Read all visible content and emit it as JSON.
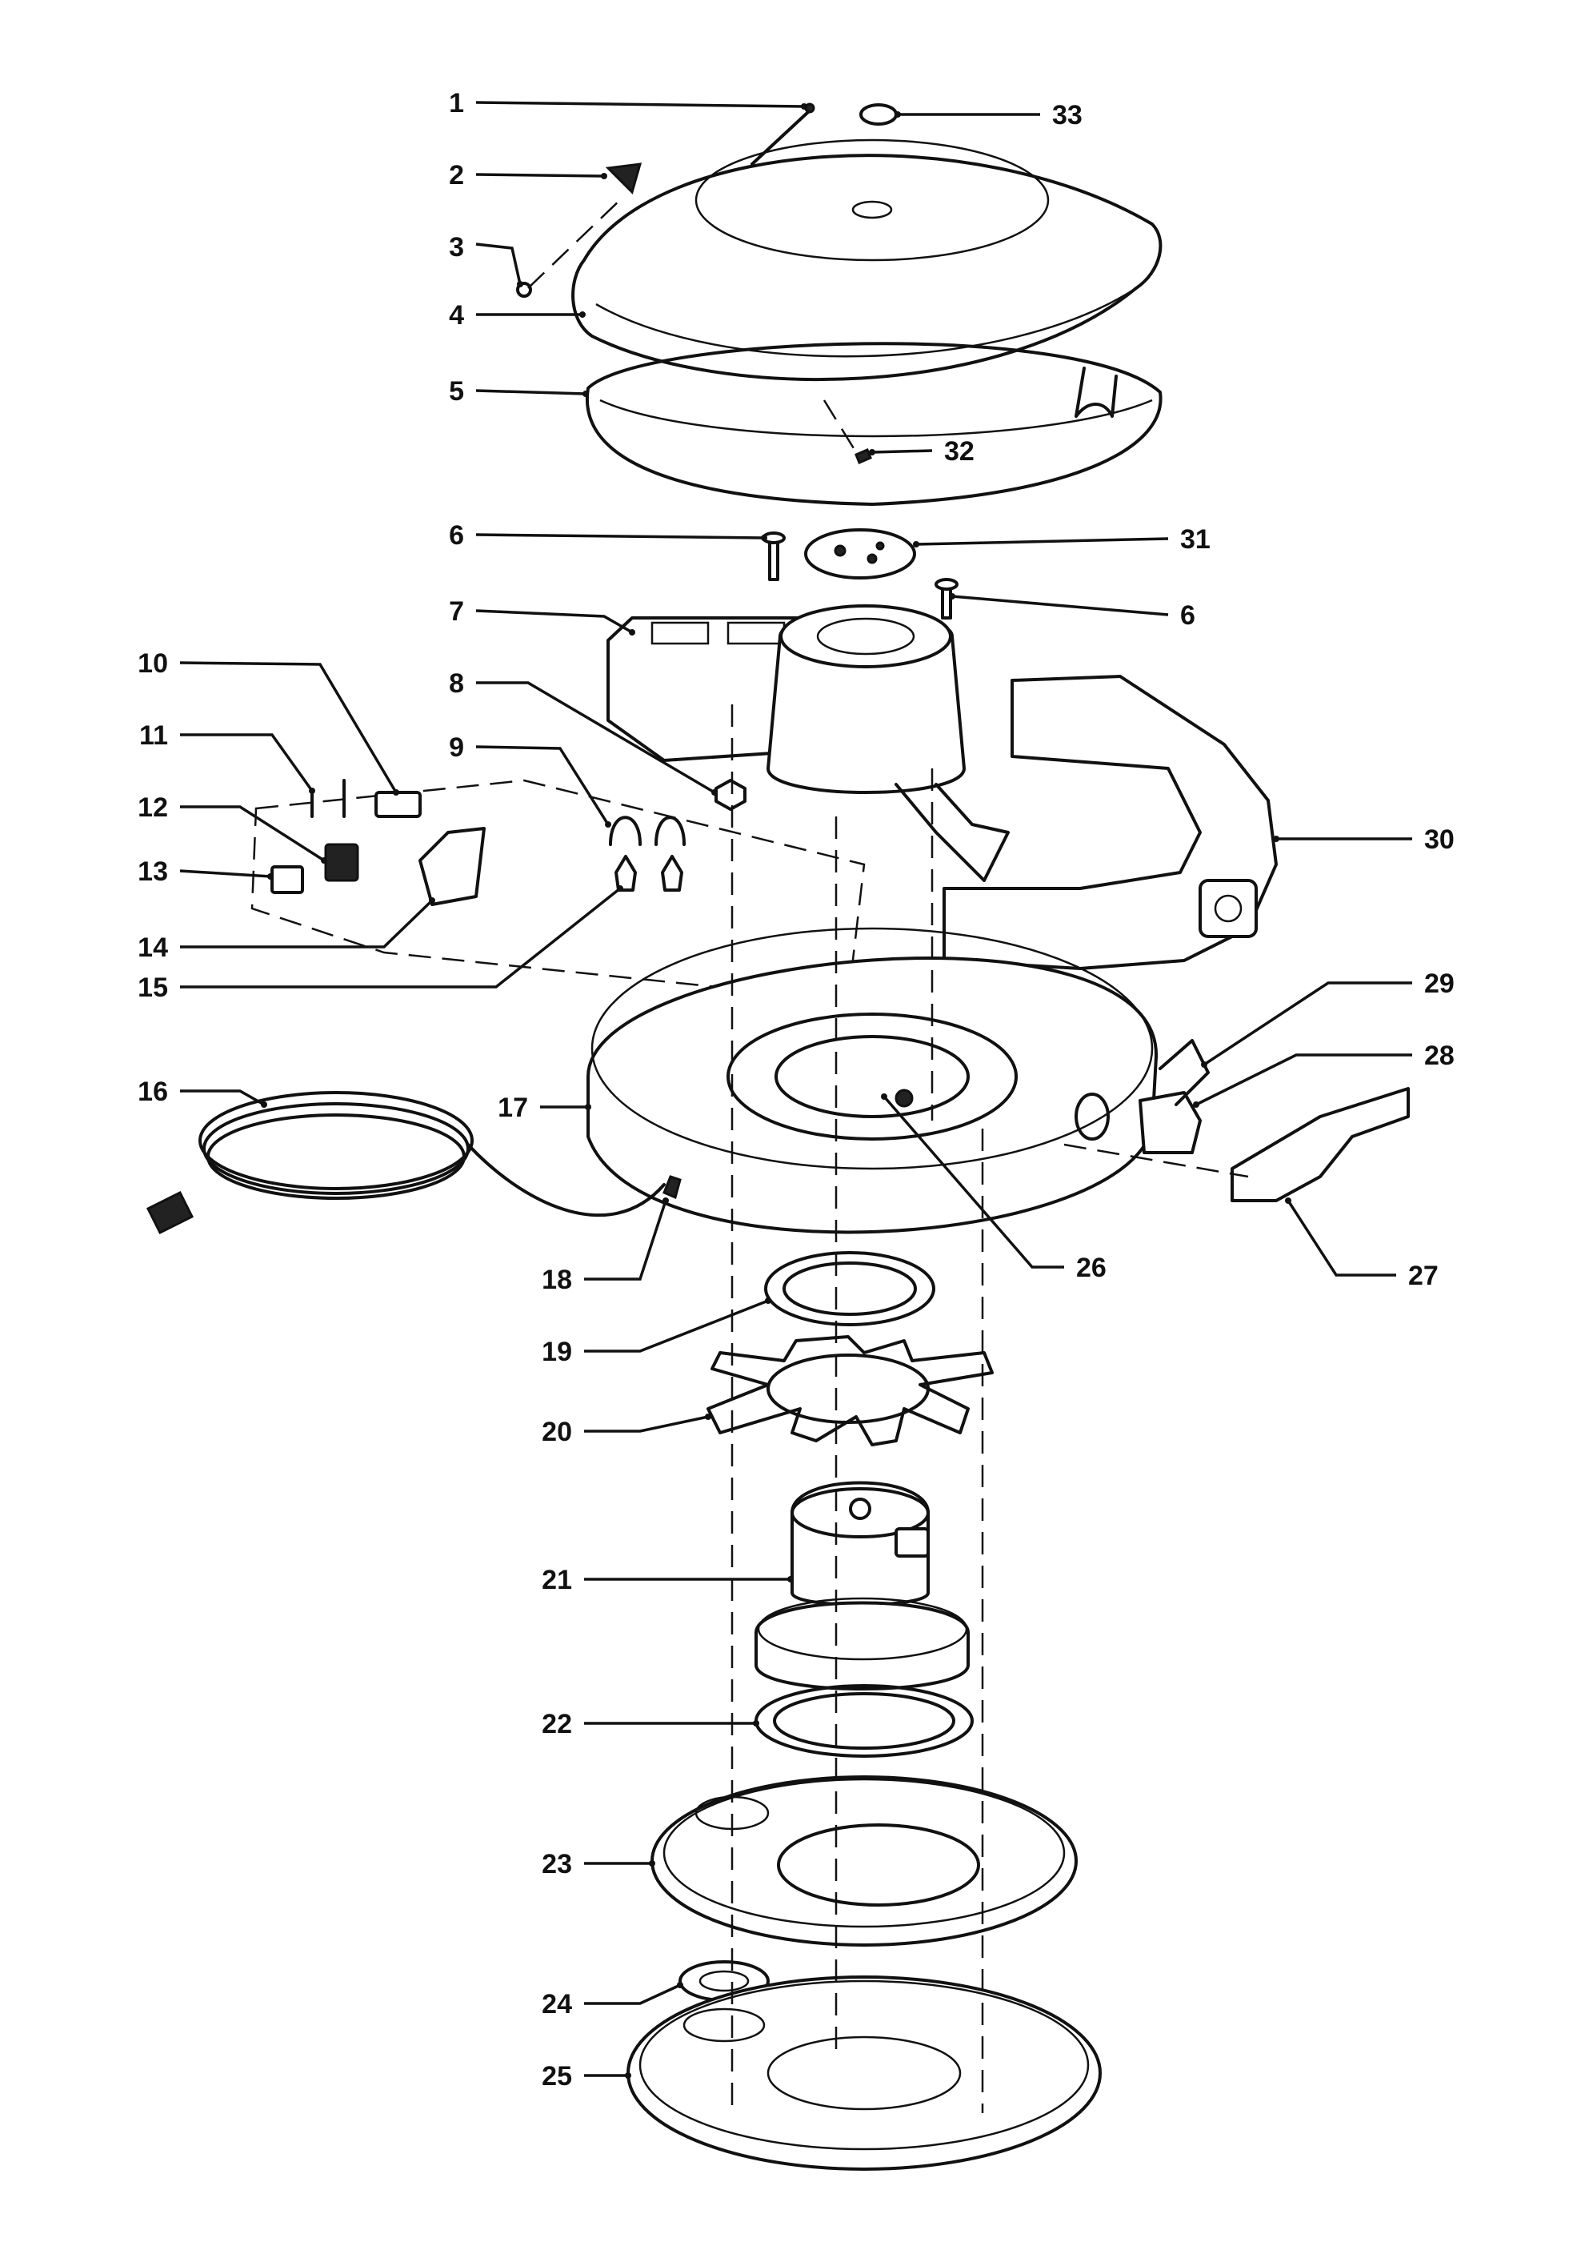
{
  "diagram": {
    "callouts": [
      {
        "n": "1"
      },
      {
        "n": "2"
      },
      {
        "n": "3"
      },
      {
        "n": "4"
      },
      {
        "n": "5"
      },
      {
        "n": "6"
      },
      {
        "n": "7"
      },
      {
        "n": "8"
      },
      {
        "n": "9"
      },
      {
        "n": "10"
      },
      {
        "n": "11"
      },
      {
        "n": "12"
      },
      {
        "n": "13"
      },
      {
        "n": "14"
      },
      {
        "n": "15"
      },
      {
        "n": "16"
      },
      {
        "n": "17"
      },
      {
        "n": "18"
      },
      {
        "n": "19"
      },
      {
        "n": "20"
      },
      {
        "n": "21"
      },
      {
        "n": "22"
      },
      {
        "n": "23"
      },
      {
        "n": "24"
      },
      {
        "n": "25"
      },
      {
        "n": "26"
      },
      {
        "n": "27"
      },
      {
        "n": "28"
      },
      {
        "n": "29"
      },
      {
        "n": "30"
      },
      {
        "n": "31"
      },
      {
        "n": "32"
      },
      {
        "n": "33"
      },
      {
        "n": "6"
      }
    ]
  }
}
